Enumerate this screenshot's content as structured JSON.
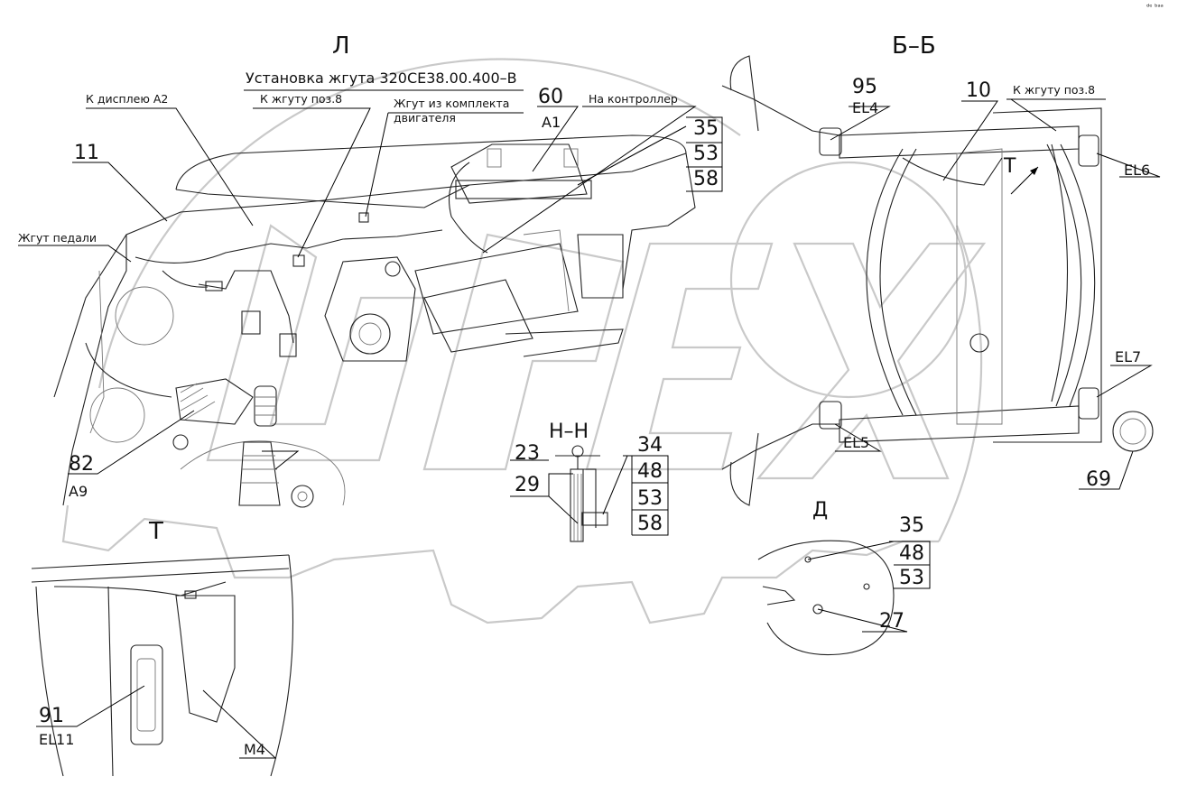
{
  "views": {
    "L": "Л",
    "BB": "Б–Б",
    "HH": "Н–Н",
    "T": "Т",
    "D": "Д",
    "T_arrow": "Т"
  },
  "title": "Установка жгута 320СЕ38.00.400–В",
  "notes": {
    "to_display": "К дисплею А2",
    "to_harness_pos8": "К жгуту поз.8",
    "engine_kit_1": "Жгут из комплекта",
    "engine_kit_2": "двигателя",
    "to_controller": "На контроллер",
    "pedal_harness": "Жгут педали",
    "to_harness_pos8_bb": "К жгуту поз.8"
  },
  "positions": {
    "p11": "11",
    "p60": "60",
    "a1": "А1",
    "p35": "35",
    "p53": "53",
    "p58": "58",
    "p82": "82",
    "a9": "А9",
    "p95": "95",
    "el4": "EL4",
    "p10": "10",
    "el6": "EL6",
    "el7": "EL7",
    "el5": "EL5",
    "p69": "69",
    "hh23": "23",
    "hh29": "29",
    "hh34": "34",
    "hh48": "48",
    "hh53": "53",
    "hh58": "58",
    "d35": "35",
    "d48": "48",
    "d53": "53",
    "d27": "27",
    "p91": "91",
    "el11": "EL11",
    "m4": "М4"
  },
  "corner_mark": "ᵈᵉ ᵇᵃᵃ"
}
